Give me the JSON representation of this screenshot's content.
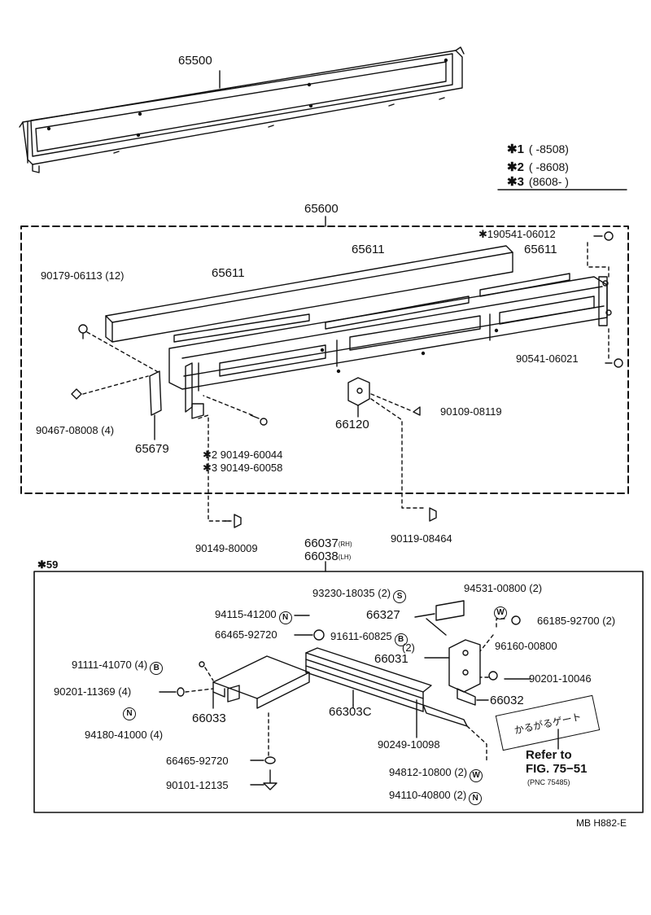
{
  "parts": {
    "p65500": "65500",
    "p65600": "65600",
    "p65611_a": "65611",
    "p65611_b": "65611",
    "p65611_c": "65611",
    "p90179": "90179-06113 (12)",
    "p90541_a_mark": "✱1",
    "p90541_a": "90541-06012",
    "p90541_b": "90541-06021",
    "p90467": "90467-08008 (4)",
    "p65679": "65679",
    "p90149_a_mark": "✱2",
    "p90149_a": "90149-60044",
    "p90149_b_mark": "✱3",
    "p90149_b": "90149-60058",
    "p66120": "66120",
    "p90109": "90109-08119",
    "p90149_c": "90149-80009",
    "p90119": "90119-08464",
    "p66037": "66037",
    "p66037_side": "(RH)",
    "p66038": "66038",
    "p66038_side": "(LH)",
    "p59": "✱59",
    "p93230": "93230-18035 (2)",
    "p93230_sym": "S",
    "p94531": "94531-00800 (2)",
    "p94531_sym": "W",
    "p94115": "94115-41200",
    "p94115_sym": "N",
    "p66327": "66327",
    "p66185": "66185-92700 (2)",
    "p66465_a": "66465-92720",
    "p91611": "91611-60825",
    "p91611_sym": "B",
    "p91611_qty": "(2)",
    "p96160": "96160-00800",
    "p91111": "91111-41070 (4)",
    "p91111_sym": "B",
    "p66031": "66031",
    "p90201_a": "90201-10046",
    "p90201_b": "90201-11369 (4)",
    "p94180_sym": "N",
    "p94180": "94180-41000 (4)",
    "p66033": "66033",
    "p66303C": "66303C",
    "p66032": "66032",
    "p90249": "90249-10098",
    "p66465_b": "66465-92720",
    "p94812": "94812-10800 (2)",
    "p94812_sym": "W",
    "p90101": "90101-12135",
    "p94110": "94110-40800 (2)",
    "p94110_sym": "N"
  },
  "legend": [
    {
      "mark": "✱1",
      "range": "(         -8508)"
    },
    {
      "mark": "✱2",
      "range": "(         -8608)"
    },
    {
      "mark": "✱3",
      "range": "(8608-         )"
    }
  ],
  "note": {
    "label": "かるがるゲート",
    "refer": "Refer to",
    "fig": "FIG. 75−51",
    "pnc": "(PNC 75485)"
  },
  "code": "MB H882-E"
}
